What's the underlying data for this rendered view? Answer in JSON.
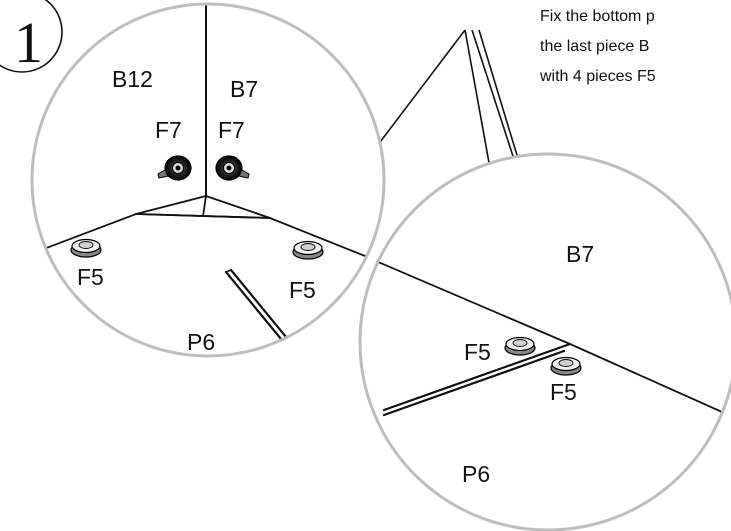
{
  "step_number": "1",
  "instructions": [
    "Fix the bottom p",
    "the last piece B",
    "with 4 pieces F5"
  ],
  "left_detail": {
    "labels": {
      "panel_left": "B12",
      "panel_right": "B7",
      "cam_left": "F7",
      "cam_right": "F7",
      "foot_left": "F5",
      "foot_right": "F5",
      "bottom_panel": "P6"
    }
  },
  "right_detail": {
    "labels": {
      "panel": "B7",
      "foot_top": "F5",
      "foot_bottom": "F5",
      "bottom_panel": "P6"
    }
  },
  "colors": {
    "circle": "#bdbdbd",
    "line": "#111111",
    "background": "#ffffff"
  }
}
